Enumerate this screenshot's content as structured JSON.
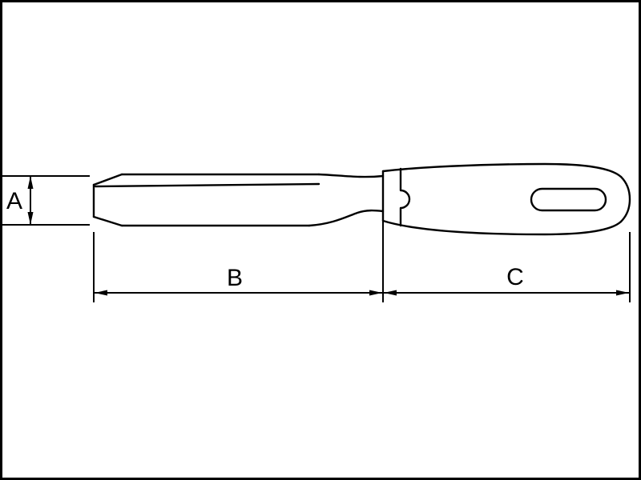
{
  "figure": {
    "type": "technical-line-drawing",
    "subject": "bevel-edge chisel side view with dimension lines"
  },
  "dimensions": {
    "a": {
      "label": "A"
    },
    "b": {
      "label": "B"
    },
    "c": {
      "label": "C"
    }
  },
  "colors": {
    "line": "#000000",
    "background": "#ffffff"
  }
}
